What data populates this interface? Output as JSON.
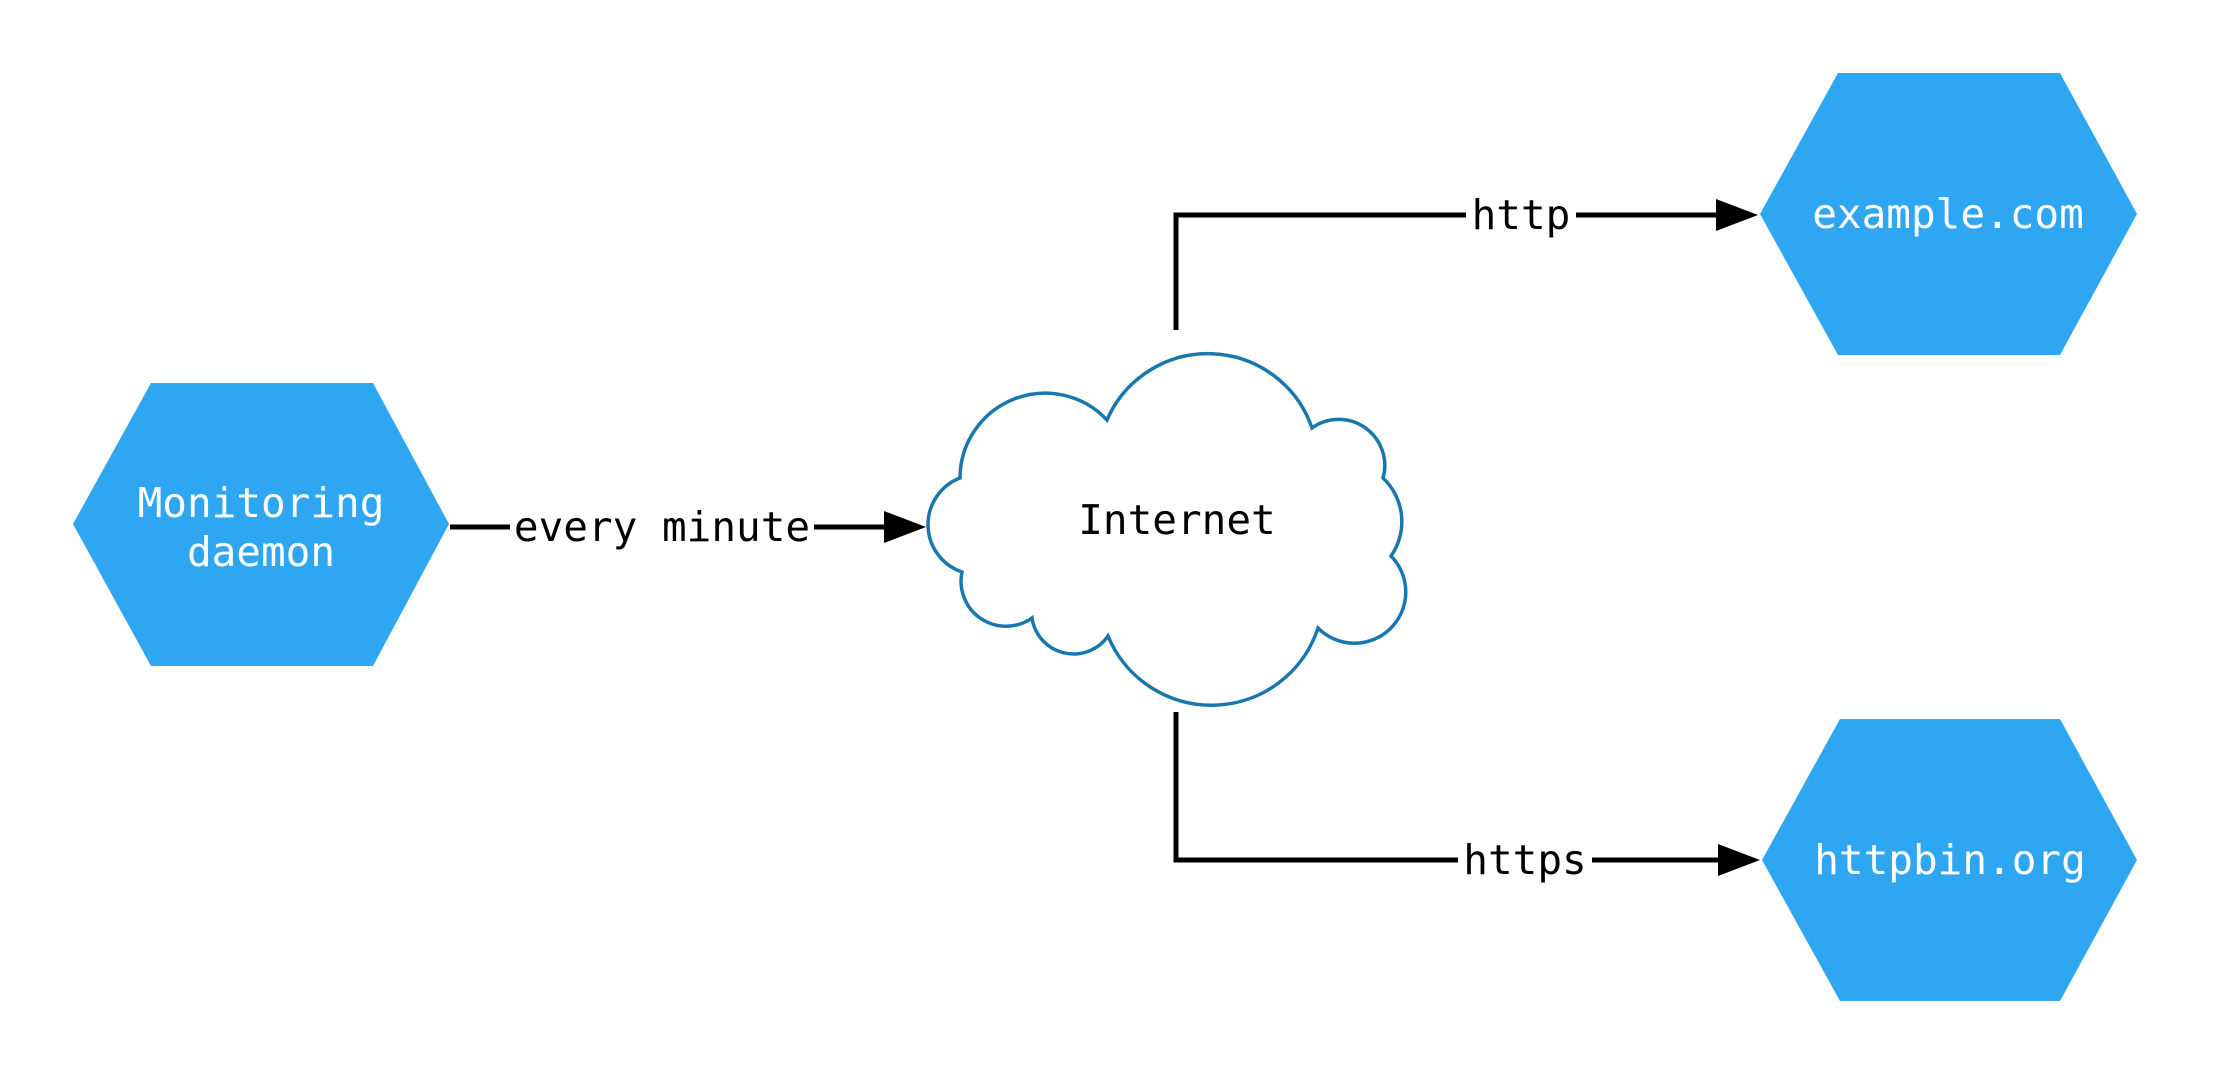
{
  "colors": {
    "node_fill": "#2ea6f2",
    "node_text": "#ffffff",
    "cloud_fill": "#ffffff",
    "cloud_stroke": "#1878ae",
    "edge": "#000000",
    "label": "#000000",
    "background": "#ffffff"
  },
  "nodes": {
    "monitoring_daemon": {
      "type": "hexagon",
      "lines": [
        "Monitoring",
        "daemon"
      ]
    },
    "internet": {
      "type": "cloud",
      "label": "Internet"
    },
    "example_com": {
      "type": "hexagon",
      "label": "example.com"
    },
    "httpbin_org": {
      "type": "hexagon",
      "label": "httpbin.org"
    }
  },
  "edges": [
    {
      "from": "monitoring_daemon",
      "to": "internet",
      "label": "every minute"
    },
    {
      "from": "internet",
      "to": "example_com",
      "label": "http"
    },
    {
      "from": "internet",
      "to": "httpbin_org",
      "label": "https"
    }
  ]
}
